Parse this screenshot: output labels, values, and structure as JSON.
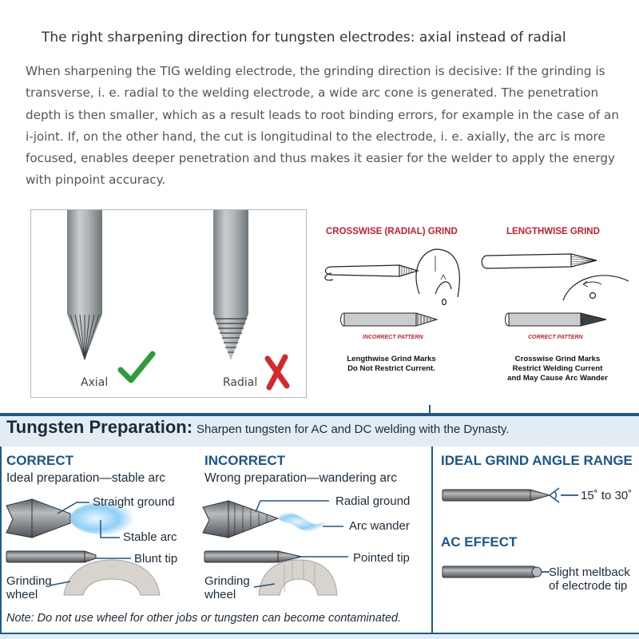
{
  "article": {
    "headline": "The right sharpening direction for tungsten electrodes: axial instead of radial",
    "body_lines": [
      "When sharpening the TIG welding electrode, the grinding direction is decisive: If the grinding is",
      "transverse, i. e. radial to the welding electrode, a wide arc cone is generated. The penetration",
      "depth is then smaller, which as a result leads to root binding errors, for example in the case of an",
      "i-joint. If, on the other hand, the cut is longitudinal to the electrode, i. e. axially, the arc is more",
      "focused, enables deeper penetration and thus makes it easier for the welder to apply the energy",
      "with pinpoint accuracy."
    ]
  },
  "figure_left": {
    "axial_label": "Axial",
    "radial_label": "Radial",
    "check_color": "#2e9c3a",
    "cross_color": "#d4282a"
  },
  "figure_right": {
    "crosswise_title": "CROSSWISE (RADIAL) GRIND",
    "lengthwise_title": "LENGTHWISE GRIND",
    "incorrect_pattern": "INCORRECT PATTERN",
    "correct_pattern": "CORRECT PATTERN",
    "left_caption": [
      "Lengthwise Grind Marks",
      "Do Not Restrict Current."
    ],
    "right_caption": [
      "Crosswise Grind Marks",
      "Restrict Welding Current",
      "and May Cause Arc Wander"
    ]
  },
  "tungsten_prep": {
    "title": "Tungsten Preparation:",
    "subtitle": "Sharpen tungsten for AC and DC welding with the Dynasty.",
    "correct": {
      "heading": "CORRECT",
      "desc": "Ideal preparation—stable arc",
      "straight": "Straight ground",
      "stable": "Stable arc",
      "blunt": "Blunt tip",
      "wheel": [
        "Grinding",
        "wheel"
      ]
    },
    "incorrect": {
      "heading": "INCORRECT",
      "desc": "Wrong preparation—wandering arc",
      "radial": "Radial ground",
      "wander": "Arc wander",
      "pointed": "Pointed tip",
      "wheel": [
        "Grinding",
        "wheel"
      ]
    },
    "ideal_range": {
      "heading": "IDEAL GRIND ANGLE RANGE",
      "value": "15˚ to 30˚"
    },
    "ac_effect": {
      "heading": "AC EFFECT",
      "text": [
        "Slight meltback",
        "of electrode tip"
      ]
    },
    "note": "Note: Do not use wheel for other jobs or tungsten can become contaminated.",
    "accent_blue": "#1a5590"
  }
}
